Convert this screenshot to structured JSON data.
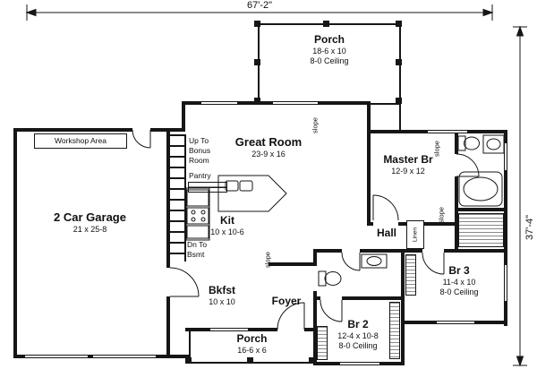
{
  "dimensions": {
    "width": "67'-2\"",
    "height": "37'-4\""
  },
  "rooms": {
    "porch_top": {
      "name": "Porch",
      "size": "18-6 x 10",
      "ceiling": "8-0 Ceiling"
    },
    "great_room": {
      "name": "Great Room",
      "size": "23-9 x 16"
    },
    "master_br": {
      "name": "Master Br",
      "size": "12-9 x 12"
    },
    "garage": {
      "name": "2 Car Garage",
      "size": "21 x 25-8"
    },
    "kitchen": {
      "name": "Kit",
      "size": "10 x 10-6"
    },
    "breakfast": {
      "name": "Bkfst",
      "size": "10 x 10"
    },
    "foyer": {
      "name": "Foyer"
    },
    "hall": {
      "name": "Hall"
    },
    "br3": {
      "name": "Br 3",
      "size": "11-4 x 10",
      "ceiling": "8-0 Ceiling"
    },
    "br2": {
      "name": "Br 2",
      "size": "12-4 x 10-8",
      "ceiling": "8-0 Ceiling"
    },
    "porch_bottom": {
      "name": "Porch",
      "size": "16-6 x 6"
    }
  },
  "labels": {
    "workshop": "Workshop Area",
    "up_to_bonus": "Up To\nBonus\nRoom",
    "pantry": "Pantry",
    "dn_to_bsmt": "Dn To\nBsmt",
    "linen": "Linen",
    "slope": "slope"
  },
  "colors": {
    "wall": "#161616",
    "background": "#ffffff"
  }
}
